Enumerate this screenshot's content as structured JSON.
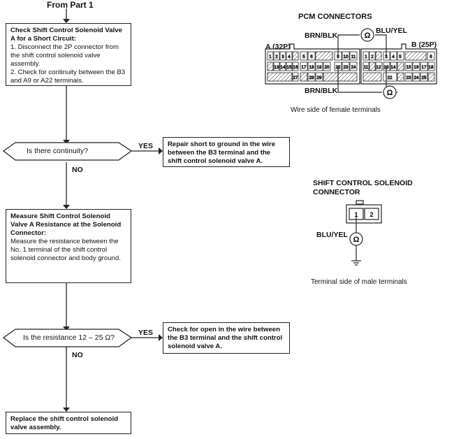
{
  "flow": {
    "from_part": "From Part 1",
    "step1": {
      "title": "Check Shift Control Solenoid Valve A for a Short Circuit:",
      "item1": "1.  Disconnect the 2P connector from the shift control solenoid valve assembly.",
      "item2": "2.  Check for continuity between the B3 and A9 or A22 terminals."
    },
    "decision1": "Is there continuity?",
    "decision1_yes": "YES",
    "decision1_no": "NO",
    "yes1_box": "Repair short to ground in the wire between the B3 terminal and the shift control solenoid valve A.",
    "step2": {
      "title": "Measure Shift Control Solenoid Valve A Resistance at the Solenoid Connector:",
      "body": "Measure the resistance between the No. 1 terminal of the shift control solenoid connector and body ground."
    },
    "decision2": "Is the resistance 12 – 25 Ω?",
    "decision2_yes": "YES",
    "decision2_no": "NO",
    "yes2_box": "Check for open in the wire between the B3 terminal and the shift control solenoid valve A.",
    "final_box": "Replace the shift control solenoid valve assembly."
  },
  "pcm": {
    "title": "PCM CONNECTORS",
    "connector_a": "A (32P)",
    "connector_b": "B (25P)",
    "wire_top_left": "BRN/BLK",
    "wire_top_right": "BLU/YEL",
    "wire_bottom_left": "BRN/BLK",
    "ohm_symbol": "Ω",
    "caption": "Wire side of female terminals",
    "a_row1": [
      "1",
      "2",
      "3",
      "4",
      "",
      "5",
      "6",
      "",
      "9",
      "10",
      "11"
    ],
    "a_row2": [
      "",
      "13",
      "14",
      "15",
      "16",
      "17",
      "18",
      "19",
      "20",
      "22",
      "23",
      "24"
    ],
    "a_row3": [
      "",
      "",
      "",
      "",
      "27",
      "",
      "28",
      "29"
    ],
    "b_row1": [
      "1",
      "2",
      "",
      "3",
      "4",
      "5",
      "",
      "",
      "",
      "",
      "6"
    ],
    "b_row2": [
      "11",
      "12",
      "13",
      "14",
      "",
      "15",
      "16",
      "17",
      "18"
    ],
    "b_row3": [
      "",
      "",
      "22",
      "",
      "23",
      "24",
      "25"
    ]
  },
  "solenoid": {
    "title_line1": "SHIFT CONTROL SOLENOID",
    "title_line2": "CONNECTOR",
    "pin1": "1",
    "pin2": "2",
    "wire": "BLU/YEL",
    "ohm_symbol": "Ω",
    "caption": "Terminal side of male terminals"
  }
}
